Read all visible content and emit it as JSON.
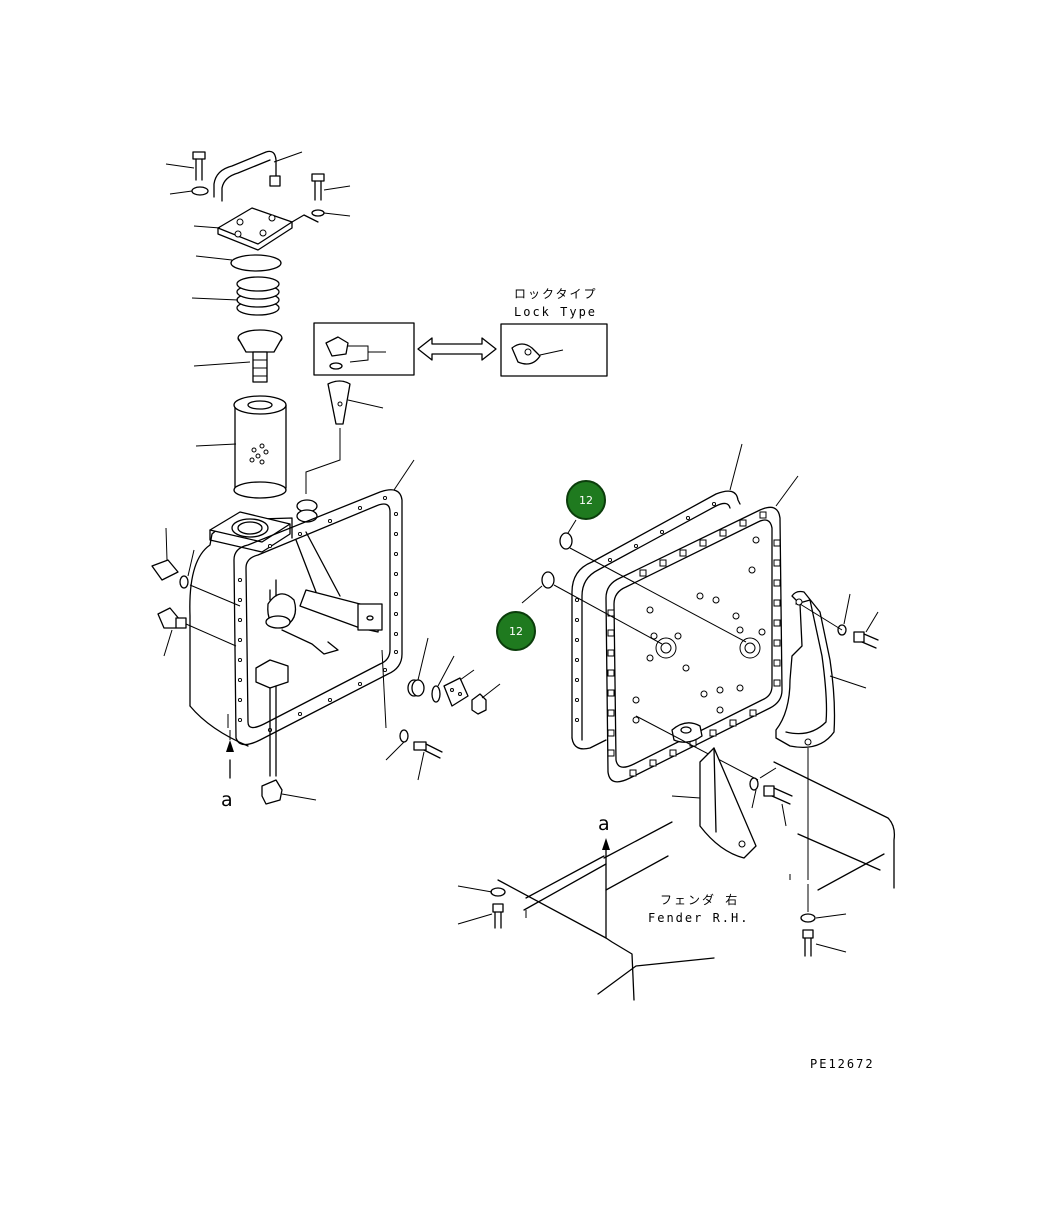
{
  "labels": {
    "lock_type_jp": "ロックタイプ",
    "lock_type_en": "Lock Type",
    "fender_jp": "フェンダ 右",
    "fender_en": "Fender R.H.",
    "view_marker_left": "a",
    "view_marker_right": "a",
    "drawing_code": "PE12672"
  },
  "callouts": [
    {
      "number": "12"
    },
    {
      "number": "12"
    }
  ],
  "colors": {
    "line": "#000000",
    "badge_fill": "#1f7a1f",
    "badge_stroke": "#0b3d0b",
    "badge_text": "#ffffff"
  }
}
